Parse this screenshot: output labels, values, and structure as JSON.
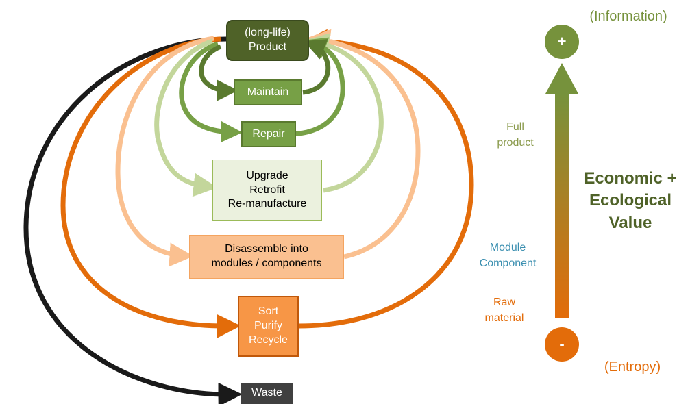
{
  "boxes": {
    "product": {
      "lines": [
        "(long-life)",
        "Product"
      ]
    },
    "maintain": {
      "lines": [
        "Maintain"
      ]
    },
    "repair": {
      "lines": [
        "Repair"
      ]
    },
    "upgrade": {
      "lines": [
        "Upgrade",
        "Retrofit",
        "Re-manufacture"
      ]
    },
    "disassemble": {
      "lines": [
        "Disassemble into",
        "modules / components"
      ]
    },
    "recycle": {
      "lines": [
        "Sort",
        "Purify",
        "Recycle"
      ]
    },
    "waste": {
      "lines": [
        "Waste"
      ]
    }
  },
  "level_labels": {
    "full_product": {
      "lines": [
        "Full",
        "product"
      ],
      "color": "#8a9a4c"
    },
    "module": {
      "lines": [
        "Module",
        "Component"
      ],
      "color": "#3b8fb0"
    },
    "raw": {
      "lines": [
        "Raw",
        "material"
      ],
      "color": "#e36c0a"
    }
  },
  "value_axis": {
    "top_caption": "(Information)",
    "bottom_caption": "(Entropy)",
    "plus_symbol": "+",
    "minus_symbol": "-",
    "title_lines": [
      "Economic +",
      "Ecological",
      "Value"
    ],
    "colors": {
      "top": "#76923c",
      "bottom": "#e36c0a",
      "title": "#4f6228"
    }
  },
  "colors": {
    "dark_green": "#5a7a2f",
    "mid_green": "#77a046",
    "light_green": "#c3d69b",
    "peach": "#fac090",
    "orange": "#e36c0a",
    "black": "#1a1a1a"
  }
}
